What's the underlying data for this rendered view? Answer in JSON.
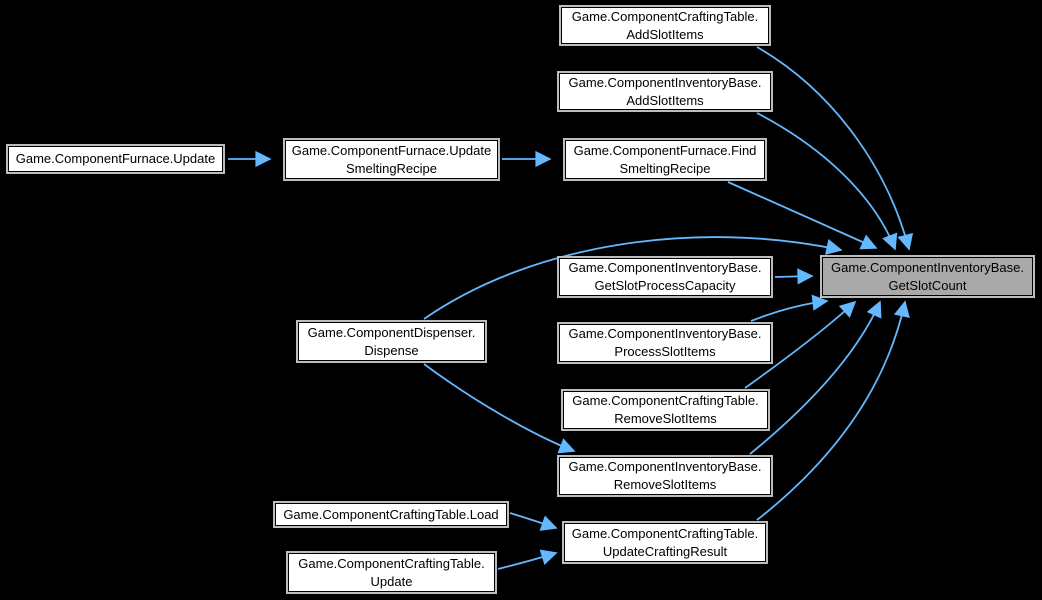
{
  "diagram": {
    "type": "call-graph",
    "background_color": "#000000",
    "edge_color": "#63b8ff",
    "node_fill": "#ffffff",
    "node_border": "#bdbdbd",
    "highlight_fill": "#a9a9a9",
    "highlighted_node": "Game.ComponentInventoryBase.GetSlotCount"
  },
  "nodes": [
    {
      "id": "craftingtable-addslotitems",
      "lines": [
        "Game.ComponentCraftingTable.",
        "AddSlotItems"
      ]
    },
    {
      "id": "inventorybase-addslotitems",
      "lines": [
        "Game.ComponentInventoryBase.",
        "AddSlotItems"
      ]
    },
    {
      "id": "furnace-update",
      "lines": [
        "Game.ComponentFurnace.Update"
      ]
    },
    {
      "id": "furnace-updatesmeltingrecipe",
      "lines": [
        "Game.ComponentFurnace.Update",
        "SmeltingRecipe"
      ]
    },
    {
      "id": "furnace-findsmeltingrecipe",
      "lines": [
        "Game.ComponentFurnace.Find",
        "SmeltingRecipe"
      ]
    },
    {
      "id": "inventorybase-getslotprocesscapacity",
      "lines": [
        "Game.ComponentInventoryBase.",
        "GetSlotProcessCapacity"
      ]
    },
    {
      "id": "inventorybase-getslotcount",
      "lines": [
        "Game.ComponentInventoryBase.",
        "GetSlotCount"
      ]
    },
    {
      "id": "dispenser-dispense",
      "lines": [
        "Game.ComponentDispenser.",
        "Dispense"
      ]
    },
    {
      "id": "inventorybase-processslotitems",
      "lines": [
        "Game.ComponentInventoryBase.",
        "ProcessSlotItems"
      ]
    },
    {
      "id": "craftingtable-removeslotitems",
      "lines": [
        "Game.ComponentCraftingTable.",
        "RemoveSlotItems"
      ]
    },
    {
      "id": "inventorybase-removeslotitems",
      "lines": [
        "Game.ComponentInventoryBase.",
        "RemoveSlotItems"
      ]
    },
    {
      "id": "craftingtable-load",
      "lines": [
        "Game.ComponentCraftingTable.Load"
      ]
    },
    {
      "id": "craftingtable-updatecraftingresult",
      "lines": [
        "Game.ComponentCraftingTable.",
        "UpdateCraftingResult"
      ]
    },
    {
      "id": "craftingtable-update",
      "lines": [
        "Game.ComponentCraftingTable.",
        "Update"
      ]
    }
  ],
  "edges": [
    {
      "from": "Game.ComponentFurnace.Update",
      "to": "Game.ComponentFurnace.UpdateSmeltingRecipe"
    },
    {
      "from": "Game.ComponentFurnace.UpdateSmeltingRecipe",
      "to": "Game.ComponentFurnace.FindSmeltingRecipe"
    },
    {
      "from": "Game.ComponentCraftingTable.AddSlotItems",
      "to": "Game.ComponentInventoryBase.GetSlotCount"
    },
    {
      "from": "Game.ComponentInventoryBase.AddSlotItems",
      "to": "Game.ComponentInventoryBase.GetSlotCount"
    },
    {
      "from": "Game.ComponentFurnace.FindSmeltingRecipe",
      "to": "Game.ComponentInventoryBase.GetSlotCount"
    },
    {
      "from": "Game.ComponentInventoryBase.GetSlotProcessCapacity",
      "to": "Game.ComponentInventoryBase.GetSlotCount"
    },
    {
      "from": "Game.ComponentDispenser.Dispense",
      "to": "Game.ComponentInventoryBase.GetSlotCount"
    },
    {
      "from": "Game.ComponentDispenser.Dispense",
      "to": "Game.ComponentInventoryBase.RemoveSlotItems"
    },
    {
      "from": "Game.ComponentInventoryBase.ProcessSlotItems",
      "to": "Game.ComponentInventoryBase.GetSlotCount"
    },
    {
      "from": "Game.ComponentCraftingTable.RemoveSlotItems",
      "to": "Game.ComponentInventoryBase.GetSlotCount"
    },
    {
      "from": "Game.ComponentInventoryBase.RemoveSlotItems",
      "to": "Game.ComponentInventoryBase.GetSlotCount"
    },
    {
      "from": "Game.ComponentCraftingTable.Load",
      "to": "Game.ComponentCraftingTable.UpdateCraftingResult"
    },
    {
      "from": "Game.ComponentCraftingTable.Update",
      "to": "Game.ComponentCraftingTable.UpdateCraftingResult"
    },
    {
      "from": "Game.ComponentCraftingTable.UpdateCraftingResult",
      "to": "Game.ComponentInventoryBase.GetSlotCount"
    }
  ]
}
